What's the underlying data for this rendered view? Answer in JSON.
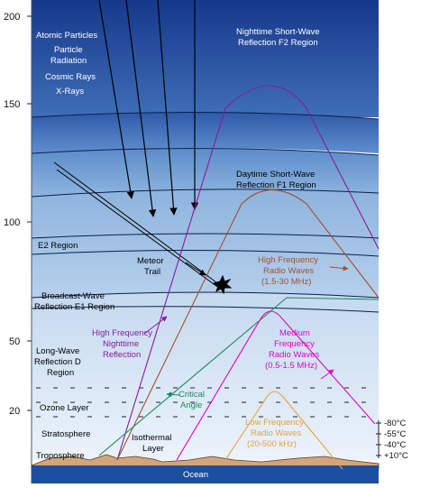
{
  "axis": {
    "ticks": [
      "200",
      "150",
      "100",
      "50",
      "20"
    ]
  },
  "labels": {
    "atomic_particles": "Atomic Particles",
    "particle_radiation_1": "Particle",
    "particle_radiation_2": "Radiation",
    "cosmic_rays": "Cosmic Rays",
    "x_rays": "X-Rays",
    "f2_1": "Nighttime Short-Wave",
    "f2_2": "Reflection F2 Region",
    "f1_1": "Daytime Short-Wave",
    "f1_2": "Reflection F1 Region",
    "e2": "E2 Region",
    "meteor_1": "Meteor",
    "meteor_2": "Trail",
    "hf_day_1": "High Frequency",
    "hf_day_2": "Radio Waves",
    "hf_day_3": "(1.5-30 MHz)",
    "e1_1": "Broadcast-Wave",
    "e1_2": "Reflection E1 Region",
    "hf_night_1": "High Frequency",
    "hf_night_2": "Nighttime",
    "hf_night_3": "Reflection",
    "mf_1": "Medium",
    "mf_2": "Frequency",
    "mf_3": "Radio Waves",
    "mf_4": "(0.5-1.5 MHz)",
    "d_1": "Long-Wave",
    "d_2": "Reflection D",
    "d_3": "Region",
    "critical_1": "Critical",
    "critical_2": "Angle",
    "ozone": "Ozone Layer",
    "lf_1": "Low Frequency",
    "lf_2": "Radio Waves",
    "lf_3": "(20-500 kHz)",
    "stratosphere": "Stratosphere",
    "isothermal_1": "Isothermal",
    "isothermal_2": "Layer",
    "troposphere": "Troposphere",
    "ocean": "Ocean"
  },
  "temperatures": [
    "-80°C",
    "-55°C",
    "-40°C",
    "+10°C"
  ],
  "colors": {
    "sky_top": "#1b3f92",
    "sky_mid": "#4f86c9",
    "sky_low": "#cfe1f3",
    "ocean": "#1d4fa0",
    "ground": "#d2a57c",
    "hf_day": "#a0522d",
    "hf_night": "#8b1a9a",
    "mf": "#e000c8",
    "lf": "#e8a040",
    "critical": "#1c8a5a"
  }
}
